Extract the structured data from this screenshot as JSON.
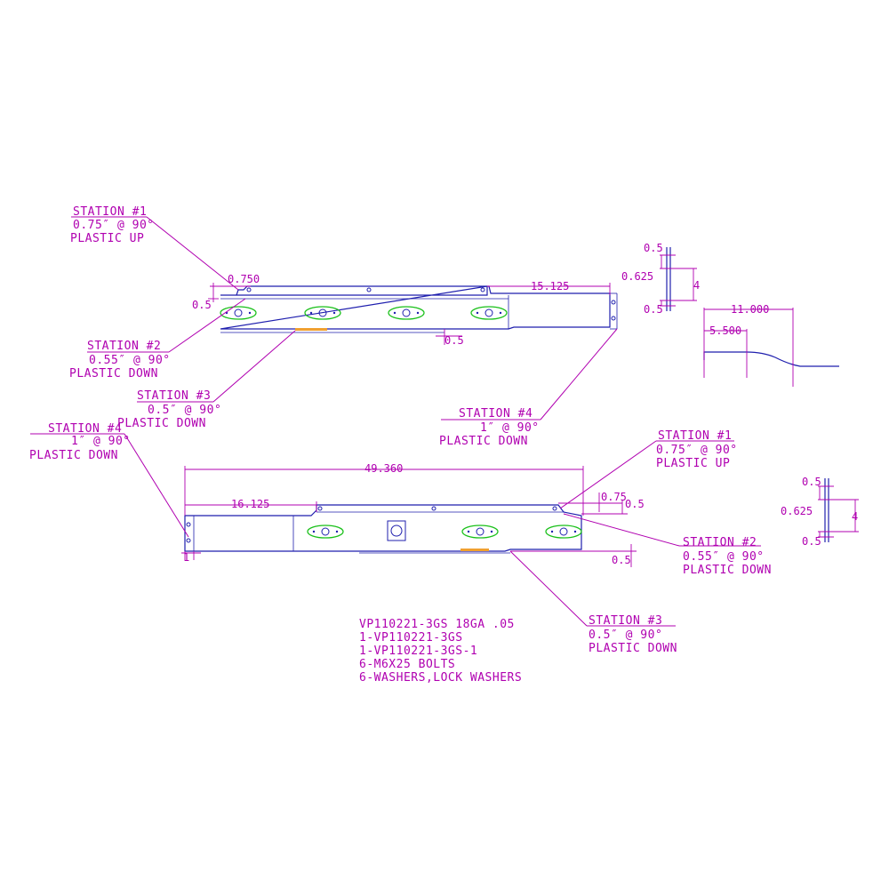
{
  "colors": {
    "drawing_bg": "#ffffff",
    "part_outline": "#1f1fae",
    "annotation": "#b000b0",
    "slot_outline": "#19c019",
    "label_tag": "#f0a030"
  },
  "part_a": {
    "station1": {
      "title": "STATION #1",
      "line1": "0.75″ @ 90°",
      "line2": "PLASTIC UP"
    },
    "station2": {
      "title": "STATION #2",
      "line1": "0.55″ @ 90°",
      "line2": "PLASTIC DOWN"
    },
    "station3": {
      "title": "STATION #3",
      "line1": "0.5″ @ 90°",
      "line2": "PLASTIC DOWN"
    },
    "station4": {
      "title": "STATION #4",
      "line1": "1″ @ 90°",
      "line2": "PLASTIC DOWN"
    },
    "dims": {
      "d0750": "0.750",
      "d15125": "15.125",
      "d05_left": "0.5",
      "d05_bottom": "0.5"
    }
  },
  "detail_a": {
    "d05_top": "0.5",
    "d0625": "0.625",
    "d4": "4",
    "d05_bottom": "0.5"
  },
  "profile": {
    "d11000": "11.000",
    "d5500": "5.500"
  },
  "part_b": {
    "station1": {
      "title": "STATION #1",
      "line1": "0.75″ @ 90°",
      "line2": "PLASTIC UP"
    },
    "station2": {
      "title": "STATION #2",
      "line1": "0.55″ @ 90°",
      "line2": "PLASTIC DOWN"
    },
    "station3": {
      "title": "STATION #3",
      "line1": "0.5″ @ 90°",
      "line2": "PLASTIC DOWN"
    },
    "station4": {
      "title": "STATION #4",
      "line1": "1″ @ 90°",
      "line2": "PLASTIC DOWN"
    },
    "dims": {
      "d49360": "49.360",
      "d16125": "16.125",
      "d075": "0.75",
      "d05_right": "0.5",
      "d1": "1",
      "d05_bottom": "0.5"
    }
  },
  "detail_b": {
    "d05_top": "0.5",
    "d0625": "0.625",
    "d4": "4",
    "d05_bottom": "0.5"
  },
  "notes": [
    "VP110221-3GS 18GA .05",
    "1-VP110221-3GS",
    "1-VP110221-3GS-1",
    "6-M6X25 BOLTS",
    "6-WASHERS,LOCK WASHERS"
  ]
}
